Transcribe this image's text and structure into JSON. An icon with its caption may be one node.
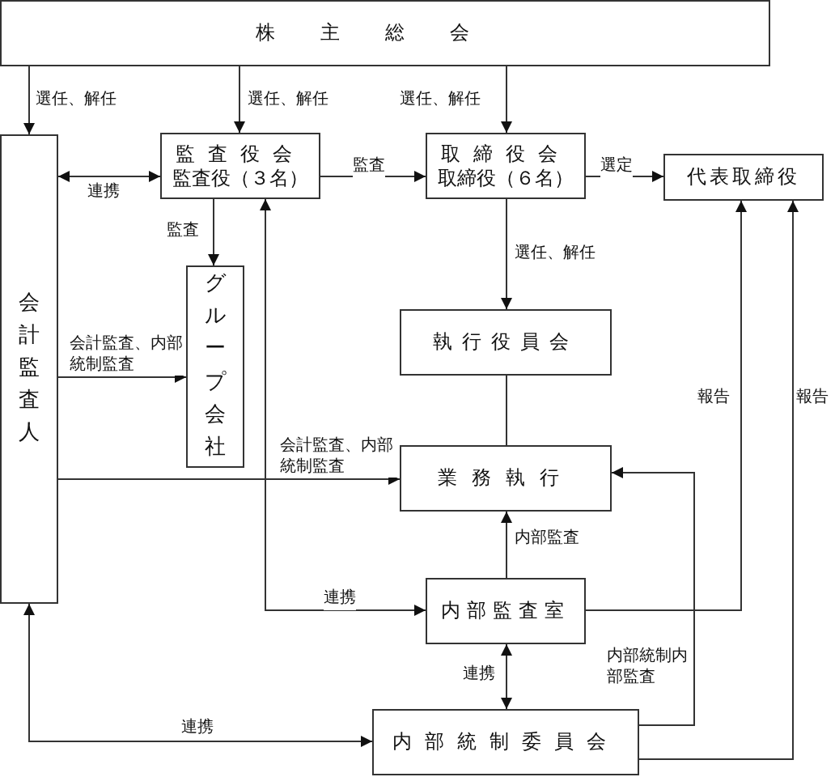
{
  "diagram": {
    "nodes": [
      {
        "text": [
          "株主総会"
        ]
      },
      {
        "text": [
          "会計監査人"
        ]
      },
      {
        "text": [
          "監査役会",
          "監査役（３名）"
        ]
      },
      {
        "text": [
          "取締役会",
          "取締役（６名）"
        ]
      },
      {
        "text": [
          "代表取締役"
        ]
      },
      {
        "text": [
          "グループ会社"
        ]
      },
      {
        "text": [
          "執行役員会"
        ]
      },
      {
        "text": [
          "業務執行"
        ]
      },
      {
        "text": [
          "内部監査室"
        ]
      },
      {
        "text": [
          "内部統制委員会"
        ]
      }
    ],
    "edges": [
      {
        "from": 0,
        "to": 1,
        "arrow": "to",
        "label": "選任、解任"
      },
      {
        "from": 0,
        "to": 2,
        "arrow": "to",
        "label": "選任、解任"
      },
      {
        "from": 0,
        "to": 3,
        "arrow": "to",
        "label": "選任、解任"
      },
      {
        "from": 1,
        "to": 2,
        "arrow": "both",
        "label": "連携"
      },
      {
        "from": 2,
        "to": 3,
        "arrow": "to",
        "label": "監査"
      },
      {
        "from": 3,
        "to": 4,
        "arrow": "to",
        "label": "選定"
      },
      {
        "from": 2,
        "to": 5,
        "arrow": "to",
        "label": "監査"
      },
      {
        "from": 3,
        "to": 6,
        "arrow": "to",
        "label": "選任、解任"
      },
      {
        "from": 6,
        "to": 7,
        "arrow": "none"
      },
      {
        "from": 1,
        "to": 5,
        "arrow": "to",
        "label": "会計監査、内部統制監査"
      },
      {
        "from": 1,
        "to": 7,
        "arrow": "to",
        "label": "会計監査、内部統制監査"
      },
      {
        "from": 8,
        "to": 7,
        "arrow": "to",
        "label": "内部監査"
      },
      {
        "from": 2,
        "to": 8,
        "arrow": "both",
        "label": "連携"
      },
      {
        "from": 8,
        "to": 4,
        "arrow": "to",
        "label": "報告"
      },
      {
        "from": 9,
        "to": 4,
        "arrow": "to",
        "label": "報告"
      },
      {
        "from": 9,
        "to": 7,
        "arrow": "to",
        "label": "内部統制内部監査"
      },
      {
        "from": 8,
        "to": 9,
        "arrow": "both",
        "label": "連携"
      },
      {
        "from": 1,
        "to": 9,
        "arrow": "both",
        "label": "連携"
      }
    ]
  }
}
